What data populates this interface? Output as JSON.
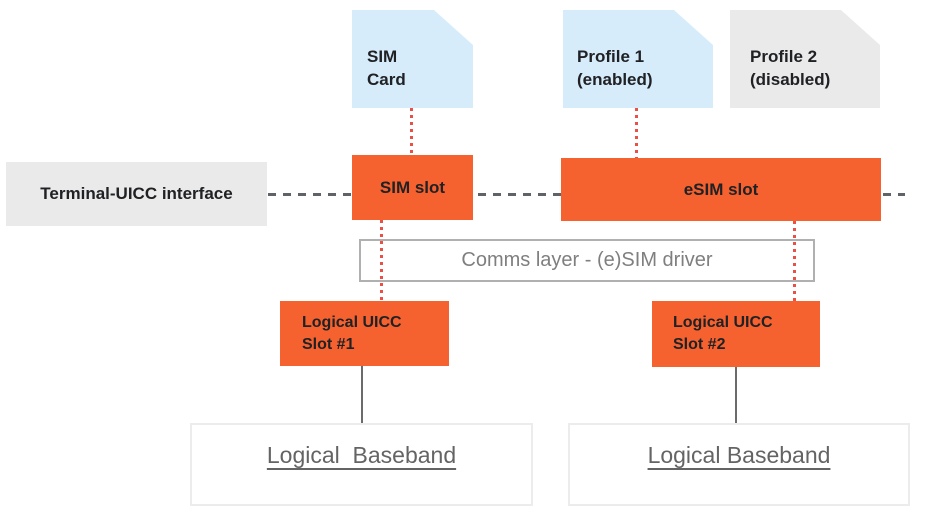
{
  "colors": {
    "orange": "#f6622f",
    "light-blue": "#d7ecfb",
    "light-gray": "#eaeaea",
    "red-dot": "#ea5045",
    "dash-gray": "#5f6368",
    "line-gray": "#6b6b6b",
    "border-gray": "#b0b0b0",
    "border-light": "#ececec",
    "text-dark": "#202124",
    "text-gray": "#7f7f7f",
    "text-gray2": "#646464"
  },
  "diagram": {
    "sim_card": {
      "line1": "SIM",
      "line2": "Card"
    },
    "profile_1": {
      "line1": "Profile 1",
      "line2": "(enabled)"
    },
    "profile_2": {
      "line1": "Profile 2",
      "line2": "(disabled)"
    },
    "terminal_interface": "Terminal-UICC interface",
    "sim_slot": "SIM slot",
    "esim_slot": "eSIM slot",
    "comms_layer": "Comms layer - (e)SIM driver",
    "uicc_slot_1": {
      "line1": "Logical UICC",
      "line2": "Slot #1"
    },
    "uicc_slot_2": {
      "line1": "Logical UICC",
      "line2": "Slot #2"
    },
    "baseband_1": "Logical  Baseband",
    "baseband_2": "Logical Baseband"
  }
}
